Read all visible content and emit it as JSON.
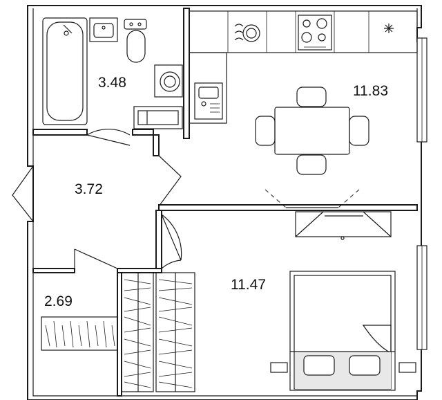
{
  "floor_plan": {
    "rooms": [
      {
        "id": "bathroom",
        "area": "3.48"
      },
      {
        "id": "kitchen-living",
        "area": "11.83"
      },
      {
        "id": "hallway",
        "area": "3.72"
      },
      {
        "id": "bedroom",
        "area": "11.47"
      },
      {
        "id": "storage",
        "area": "2.69"
      }
    ],
    "colors": {
      "wall": "#1a1a1a",
      "background": "#ffffff",
      "bedding": "#e8e8e8"
    },
    "icons": [
      "bathtub-icon",
      "sink-icon",
      "toilet-icon",
      "washing-machine-icon",
      "stove-icon",
      "cooktop-icon",
      "fridge-icon",
      "kitchen-sink-icon",
      "dining-table-icon",
      "chair-icon",
      "tv-icon",
      "bed-icon",
      "pillow-icon",
      "wardrobe-icon"
    ]
  }
}
